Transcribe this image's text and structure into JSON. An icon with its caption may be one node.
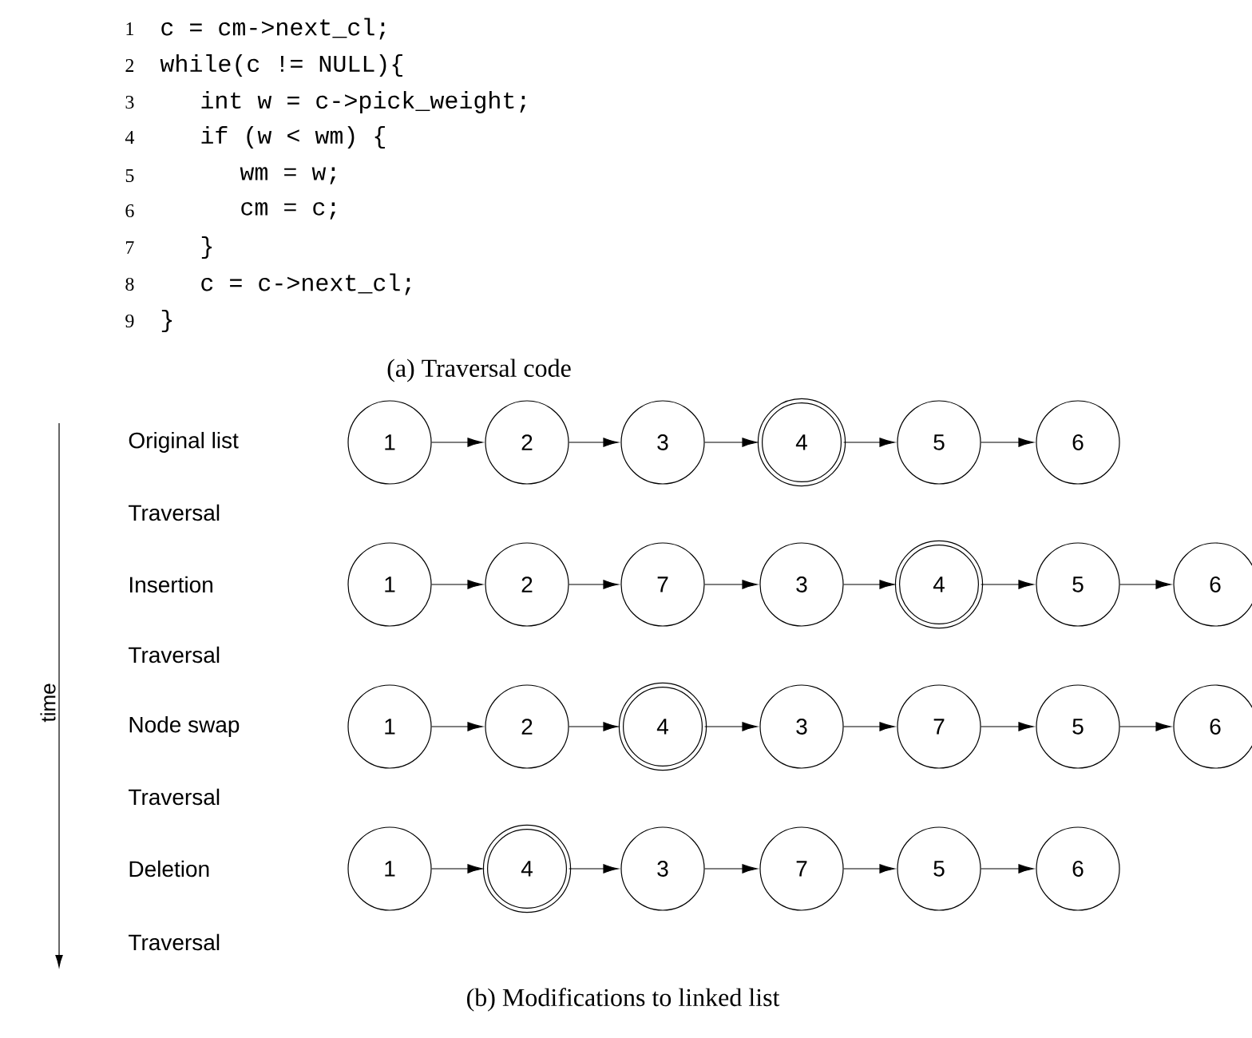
{
  "diagram": {
    "nodes": [
      {
        "text": [
          "1"
        ]
      },
      {
        "text": [
          "2"
        ]
      },
      {
        "text": [
          "3"
        ]
      },
      {
        "text": [
          "4"
        ]
      },
      {
        "text": [
          "5"
        ]
      },
      {
        "text": [
          "6"
        ]
      },
      {
        "text": [
          "1"
        ]
      },
      {
        "text": [
          "2"
        ]
      },
      {
        "text": [
          "7"
        ]
      },
      {
        "text": [
          "3"
        ]
      },
      {
        "text": [
          "4"
        ]
      },
      {
        "text": [
          "5"
        ]
      },
      {
        "text": [
          "6"
        ]
      },
      {
        "text": [
          "1"
        ]
      },
      {
        "text": [
          "2"
        ]
      },
      {
        "text": [
          "4"
        ]
      },
      {
        "text": [
          "3"
        ]
      },
      {
        "text": [
          "7"
        ]
      },
      {
        "text": [
          "5"
        ]
      },
      {
        "text": [
          "6"
        ]
      },
      {
        "text": [
          "1"
        ]
      },
      {
        "text": [
          "4"
        ]
      },
      {
        "text": [
          "3"
        ]
      },
      {
        "text": [
          "7"
        ]
      },
      {
        "text": [
          "5"
        ]
      },
      {
        "text": [
          "6"
        ]
      }
    ],
    "edges": [
      {
        "from": 0,
        "to": 1,
        "arrow": "to"
      },
      {
        "from": 1,
        "to": 2,
        "arrow": "to"
      },
      {
        "from": 2,
        "to": 3,
        "arrow": "to"
      },
      {
        "from": 3,
        "to": 4,
        "arrow": "to"
      },
      {
        "from": 4,
        "to": 5,
        "arrow": "to"
      },
      {
        "from": 6,
        "to": 7,
        "arrow": "to"
      },
      {
        "from": 7,
        "to": 8,
        "arrow": "to"
      },
      {
        "from": 8,
        "to": 9,
        "arrow": "to"
      },
      {
        "from": 9,
        "to": 10,
        "arrow": "to"
      },
      {
        "from": 10,
        "to": 11,
        "arrow": "to"
      },
      {
        "from": 11,
        "to": 12,
        "arrow": "to"
      },
      {
        "from": 13,
        "to": 14,
        "arrow": "to"
      },
      {
        "from": 14,
        "to": 15,
        "arrow": "to"
      },
      {
        "from": 15,
        "to": 16,
        "arrow": "to"
      },
      {
        "from": 16,
        "to": 17,
        "arrow": "to"
      },
      {
        "from": 17,
        "to": 18,
        "arrow": "to"
      },
      {
        "from": 18,
        "to": 19,
        "arrow": "to"
      },
      {
        "from": 20,
        "to": 21,
        "arrow": "to"
      },
      {
        "from": 21,
        "to": 22,
        "arrow": "to"
      },
      {
        "from": 22,
        "to": 23,
        "arrow": "to"
      },
      {
        "from": 23,
        "to": 24,
        "arrow": "to"
      },
      {
        "from": 24,
        "to": 25,
        "arrow": "to"
      }
    ],
    "labels": [
      "1",
      "c = cm->next_cl;",
      "2",
      "while(c != NULL){",
      "3",
      "int w = c->pick_weight;",
      "4",
      "if (w < wm) {",
      "5",
      "wm = w;",
      "6",
      "cm = c;",
      "7",
      "}",
      "8",
      "c = c->next_cl;",
      "9",
      "}",
      "(a) Traversal code",
      "time",
      "Original list",
      "Traversal",
      "Insertion",
      "Traversal",
      "Node swap",
      "Traversal",
      "Deletion",
      "Traversal",
      "(b) Modifications to linked list"
    ]
  }
}
